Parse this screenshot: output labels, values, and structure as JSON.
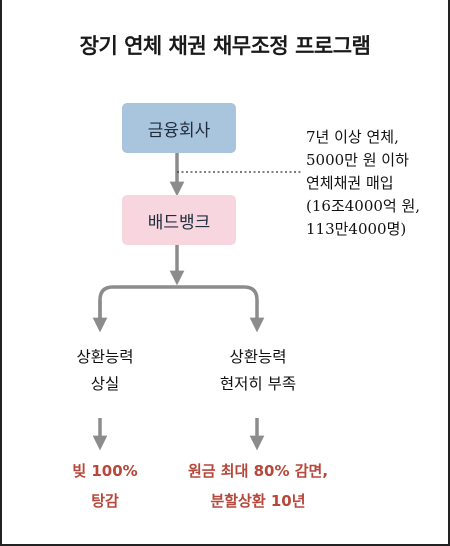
{
  "title": "장기 연체 채권 채무조정 프로그램",
  "colors": {
    "finance_box": "#a9c4dd",
    "bank_box": "#f7d6df",
    "connector": "#8c8c8c",
    "result_text": "#b7473a"
  },
  "nodes": {
    "finance": "금융회사",
    "bad_bank": "배드뱅크"
  },
  "note_lines": [
    "7년 이상 연체,",
    "5000만 원 이하",
    "연체채권 매입",
    "(16조4000억 원,",
    "113만4000명)"
  ],
  "branches": {
    "left": {
      "label_lines": [
        "상환능력",
        "상실"
      ],
      "result_lines": [
        "빚 100%",
        "탕감"
      ]
    },
    "right": {
      "label_lines": [
        "상환능력",
        "현저히 부족"
      ],
      "result_lines": [
        "원금 최대 80% 감면,",
        "분할상환 10년"
      ]
    }
  }
}
